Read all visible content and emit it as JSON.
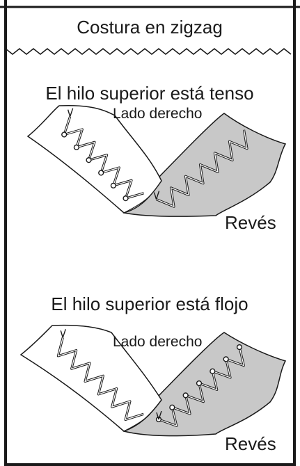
{
  "title": "Costura en zigzag",
  "panels": [
    {
      "heading": "El hilo superior está tenso",
      "front_label": "Lado derecho",
      "back_label": "Revés"
    },
    {
      "heading": "El hilo superior está flojo",
      "front_label": "Lado derecho",
      "back_label": "Revés"
    }
  ],
  "colors": {
    "frame": "#1a1a1a",
    "fabric_front": "#ffffff",
    "fabric_back": "#c8c8c8",
    "thread": "#1a1a1a",
    "knot_fill": "#ffffff"
  }
}
